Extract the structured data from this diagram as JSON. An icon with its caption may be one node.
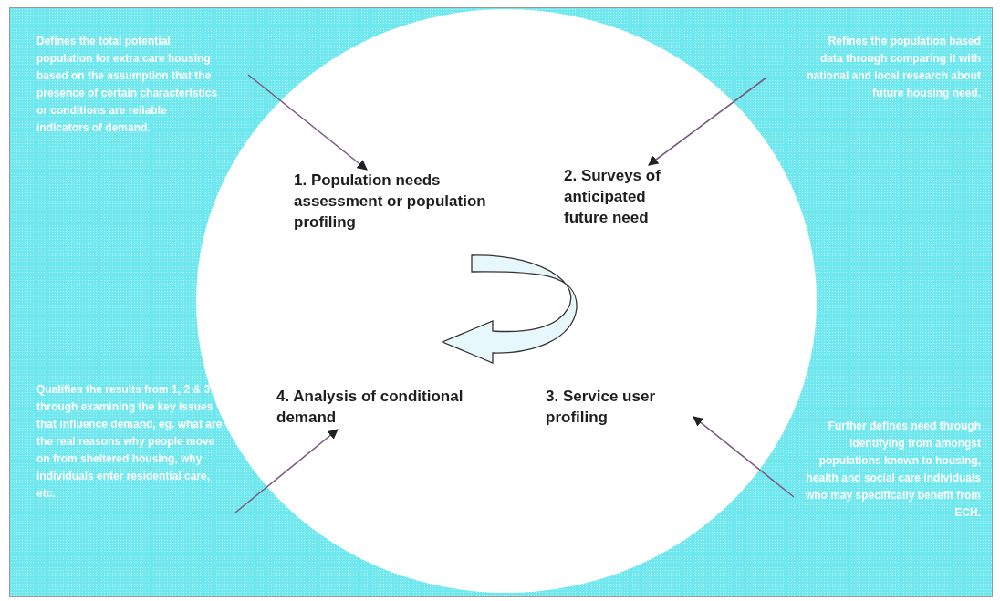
{
  "diagram": {
    "nodes": [
      {
        "text": [],
        "shape": "ellipse"
      },
      {
        "text": [
          "1. Population needs assessment or population profiling"
        ],
        "in": 0
      },
      {
        "text": [
          "2. Surveys of anticipated future need"
        ],
        "in": 0
      },
      {
        "text": [
          "3. Service user profiling"
        ],
        "in": 0
      },
      {
        "text": [
          "4. Analysis of conditional demand"
        ],
        "in": 0
      },
      {
        "text": [
          "Defines the total potential population for extra care housing based on the assumption that the presence of certain characteristics or conditions are reliable indicators of demand."
        ]
      },
      {
        "text": [
          "Refines the population based data through comparing it with national and local research about future housing need."
        ]
      },
      {
        "text": [
          "Qualifies the results from 1, 2 & 3 through examining the key issues that influence demand, eg. what are the real reasons why people move on from sheltered housing, why individuals enter residential care, etc."
        ]
      },
      {
        "text": [
          "Further defines need through identifying from amongst populations known to housing, health and social care individuals who may specifically benefit from ECH."
        ]
      }
    ],
    "edges": [
      {
        "from": 5,
        "to": 1,
        "arrow": "to"
      },
      {
        "from": 6,
        "to": 2,
        "arrow": "to"
      },
      {
        "from": 7,
        "to": 4,
        "arrow": "to"
      },
      {
        "from": 8,
        "to": 3,
        "arrow": "to"
      }
    ]
  }
}
